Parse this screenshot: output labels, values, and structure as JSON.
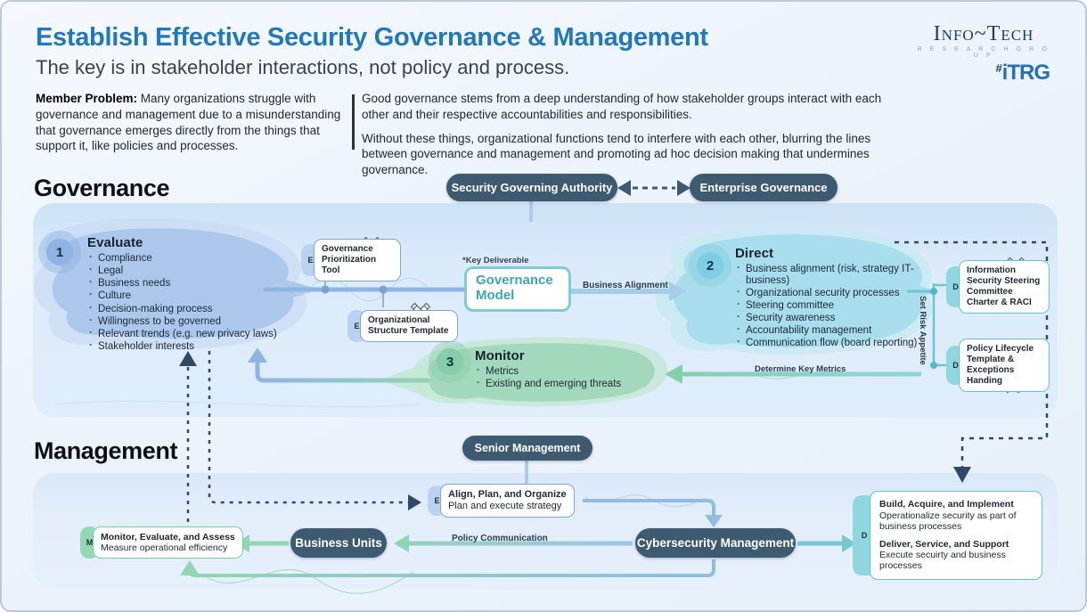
{
  "header": {
    "title": "Establish Effective Security Governance & Management",
    "subtitle": "The key is in stakeholder interactions, not policy and process.",
    "logo_main": "Info~Tech",
    "logo_sub": "R E S E A R C H   G R O U P",
    "logo_badge_hash": "#",
    "logo_badge": "iTRG"
  },
  "intro": {
    "member_problem_label": "Member Problem:",
    "member_problem_text": " Many organizations struggle with governance and management due to a misunderstanding that governance emerges directly from the things that support it, like policies and processes.",
    "right_paragraph_1": "Good governance stems from a deep understanding of how stakeholder groups interact with each other and their respective accountabilities and responsibilities.",
    "right_paragraph_2": "Without these things, organizational functions tend to interfere with each other, blurring the lines between governance and management and promoting ad hoc decision making that undermines governance."
  },
  "governance": {
    "heading": "Governance",
    "authority_pill": "Security Governing Authority",
    "enterprise_pill": "Enterprise Governance",
    "evaluate": {
      "number": "1",
      "title": "Evaluate",
      "items": [
        "Compliance",
        "Legal",
        "Business needs",
        "Culture",
        "Decision-making process",
        "Willingness to be governed",
        "Relevant trends (e.g. new privacy laws)",
        "Stakeholder interests"
      ]
    },
    "direct": {
      "number": "2",
      "title": "Direct",
      "items": [
        "Business alignment (risk, strategy IT-business)",
        "Organizational security processes",
        "Steering committee",
        "Security awareness",
        "Accountability management",
        "Communication flow (board reporting)"
      ]
    },
    "monitor": {
      "number": "3",
      "title": "Monitor",
      "items": [
        "Metrics",
        "Existing and emerging threats"
      ]
    },
    "key_deliverable_label": "*Key Deliverable",
    "governance_model_label": "Governance Model",
    "business_alignment_label": "Business Alignment",
    "determine_key_metrics_label": "Determine Key Metrics",
    "set_risk_appetite_label": "Set Risk Appetite",
    "tools": [
      {
        "tab": "E",
        "label": "Governance Prioritization Tool"
      },
      {
        "tab": "E",
        "label": "Organizational Structure Template"
      },
      {
        "tab": "D",
        "label": "Information Security Steering Committee Charter & RACI"
      },
      {
        "tab": "D",
        "label": "Policy Lifecycle Template & Exceptions Handing"
      }
    ]
  },
  "management": {
    "heading": "Management",
    "senior_pill": "Senior Management",
    "business_units_pill": "Business Units",
    "cybersecurity_pill": "Cybersecurity Management",
    "policy_communication_label": "Policy Communication",
    "align_card": {
      "tab": "E",
      "title": "Align, Plan, and Organize",
      "subtitle": "Plan and execute strategy"
    },
    "monitor_card": {
      "tab": "M",
      "title": "Monitor, Evaluate, and Assess",
      "subtitle": "Measure operational efficiency"
    },
    "deliver_card": {
      "tab": "D",
      "block1_title": "Build, Acquire, and Implement",
      "block1_text": "Operationalize security as part of business processes",
      "block2_title": "Deliver, Service, and Support",
      "block2_text": "Execute secuirty and business processes"
    }
  },
  "colors": {
    "accent_blue": "#2278bd",
    "pill_dark": "#3e5a70",
    "blob_blue": "#abc7ec",
    "blob_teal": "#a7ddec",
    "blob_green": "#a2d8bb",
    "dash_navy": "#2e4a66",
    "card_blue_border": "#7aa7d9",
    "card_teal_border": "#64c2d2",
    "card_green_border": "#77cda2",
    "gov_model_teal": "#3ba5bd"
  }
}
